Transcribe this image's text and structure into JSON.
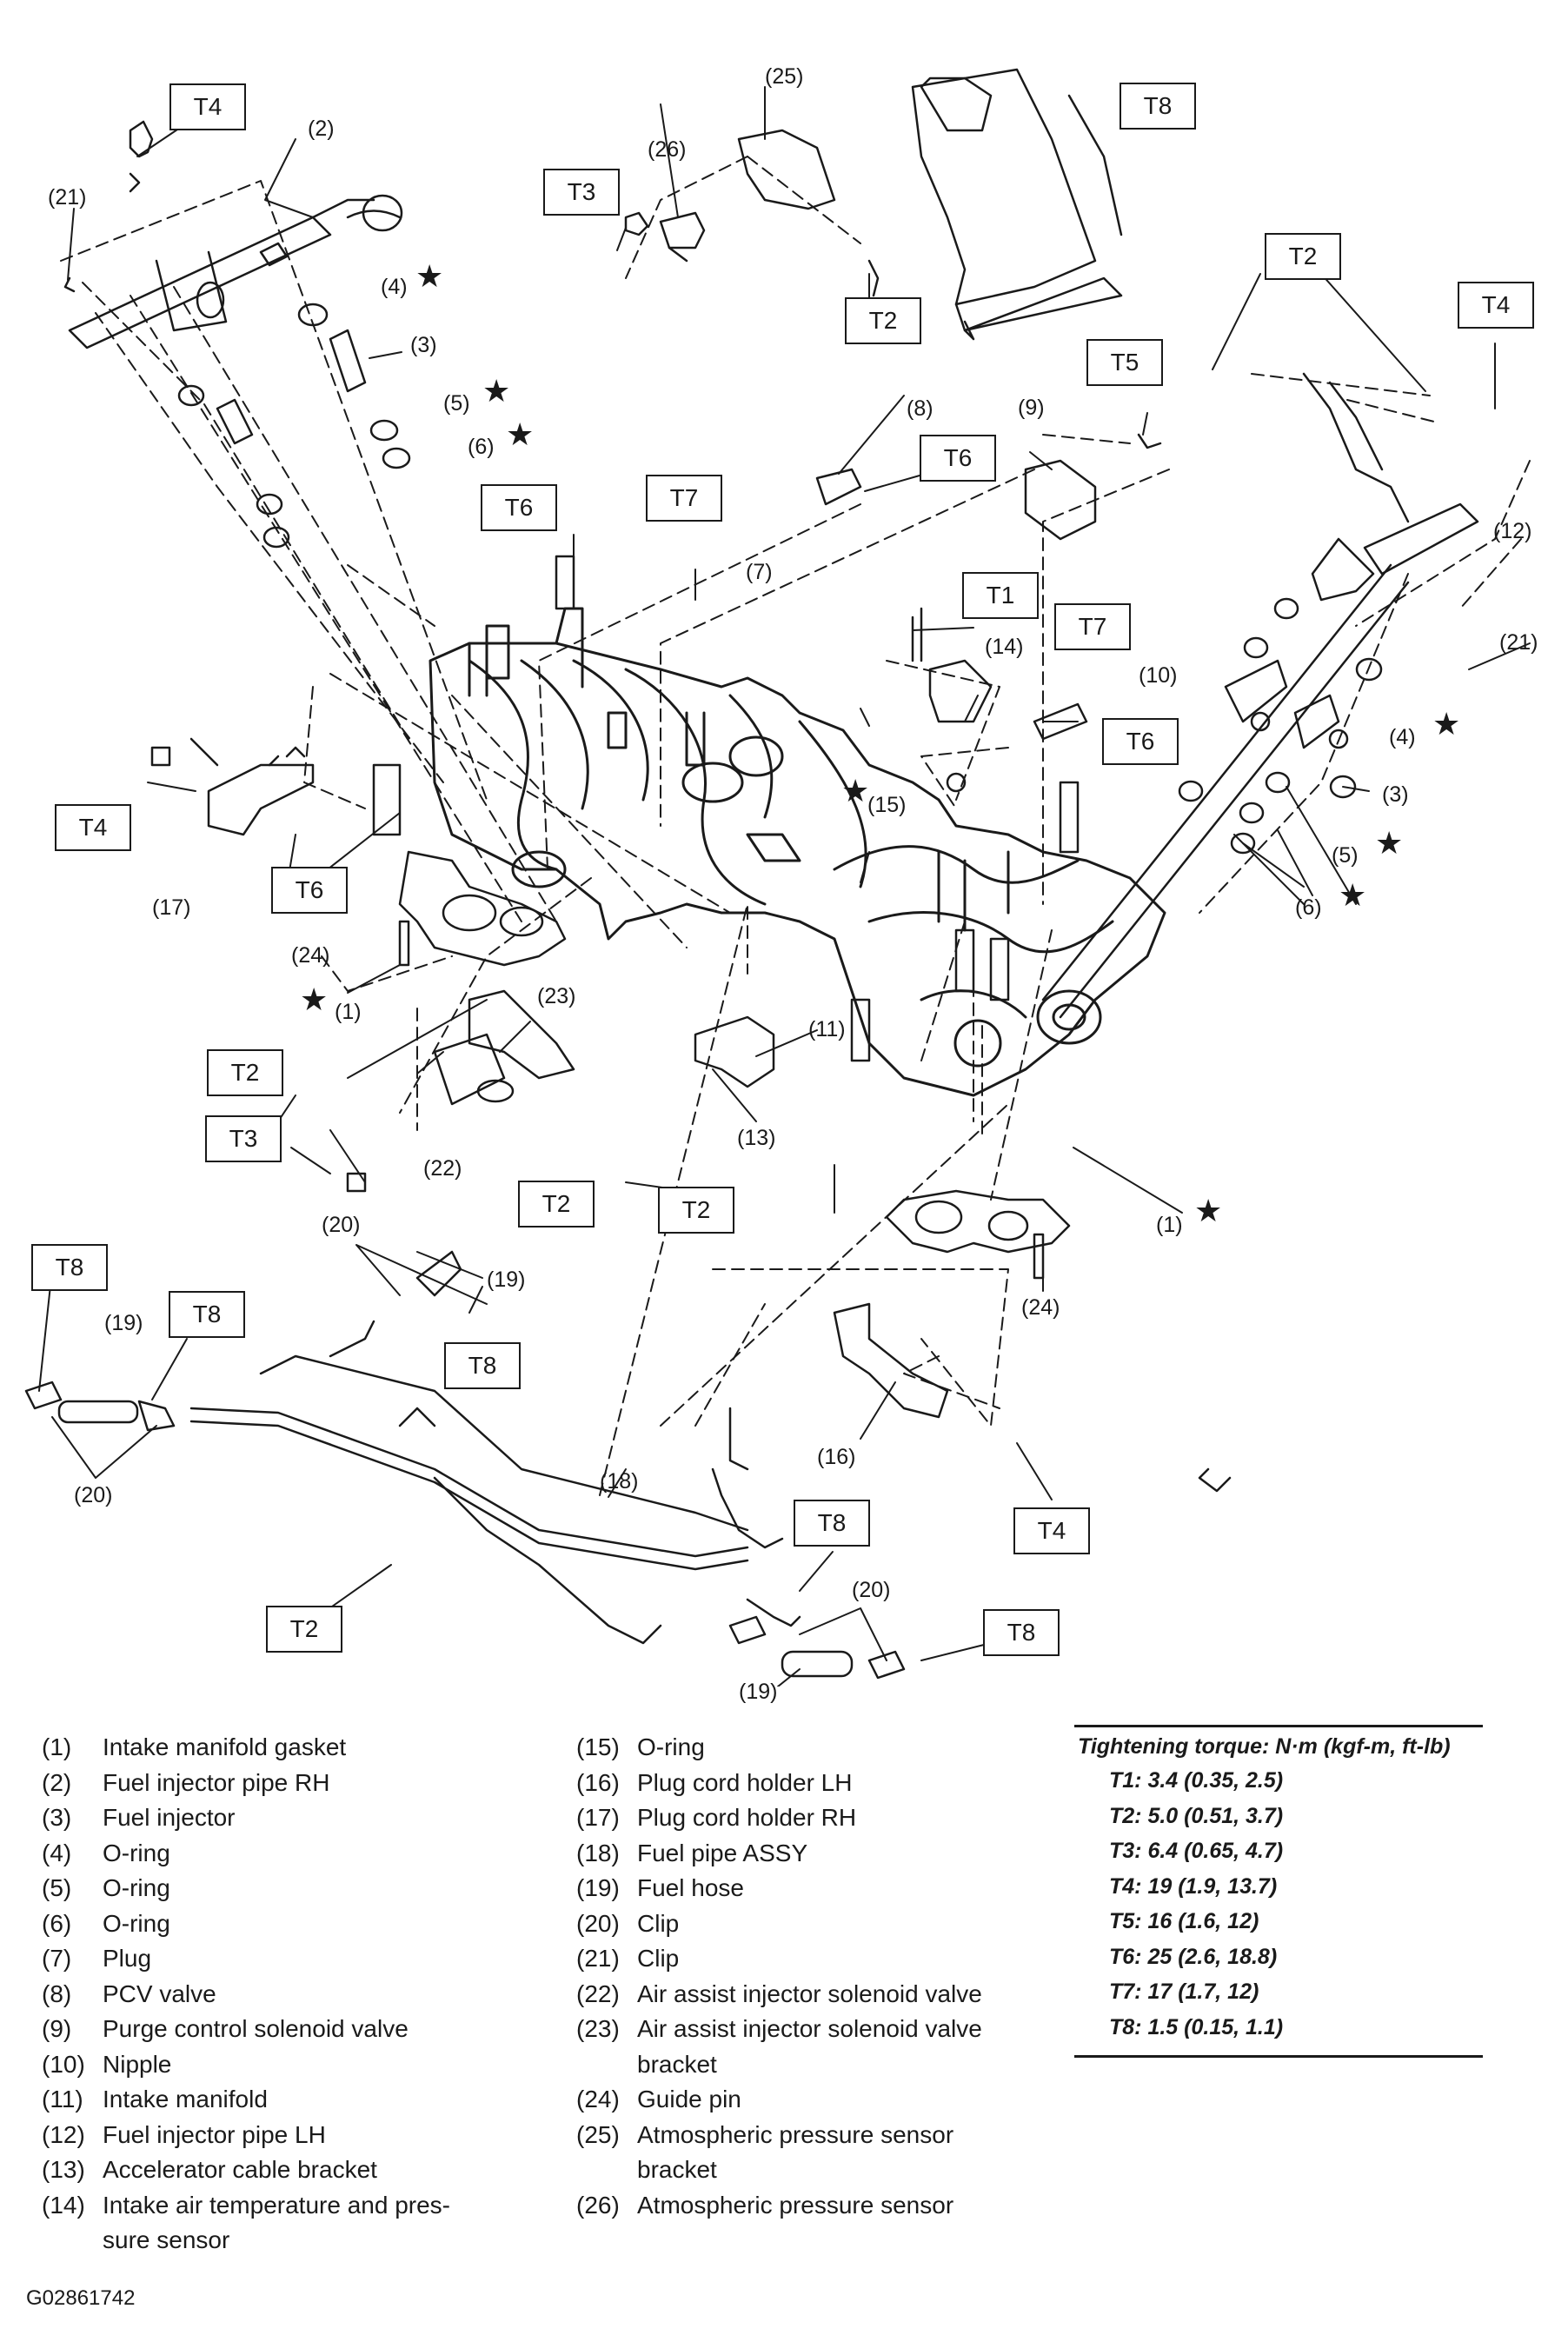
{
  "callouts": [
    "T4",
    "T8",
    "T3",
    "T2",
    "T2",
    "T4",
    "T5",
    "T6",
    "T6",
    "T7",
    "T1",
    "T7",
    "T6",
    "T4",
    "T6",
    "T2",
    "T3",
    "T2",
    "T2",
    "T8",
    "T8",
    "T8",
    "T4",
    "T8",
    "T2",
    "T8"
  ],
  "part_numbers": [
    "(2)",
    "(21)",
    "(26)",
    "(25)",
    "(4)",
    "(3)",
    "(5)",
    "(6)",
    "(8)",
    "(9)",
    "(12)",
    "(7)",
    "(14)",
    "(10)",
    "(21)",
    "(4)",
    "(15)",
    "(3)",
    "(17)",
    "(5)",
    "(6)",
    "(24)",
    "(1)",
    "(23)",
    "(11)",
    "(13)",
    "(22)",
    "(1)",
    "(20)",
    "(19)",
    "(24)",
    "(19)",
    "(20)",
    "(16)",
    "(18)",
    "(20)",
    "(19)"
  ],
  "legend_left": [
    {
      "num": "(1)",
      "text": "Intake manifold gasket"
    },
    {
      "num": "(2)",
      "text": "Fuel injector pipe RH"
    },
    {
      "num": "(3)",
      "text": "Fuel injector"
    },
    {
      "num": "(4)",
      "text": "O-ring"
    },
    {
      "num": "(5)",
      "text": "O-ring"
    },
    {
      "num": "(6)",
      "text": "O-ring"
    },
    {
      "num": "(7)",
      "text": "Plug"
    },
    {
      "num": "(8)",
      "text": "PCV valve"
    },
    {
      "num": "(9)",
      "text": "Purge control solenoid valve"
    },
    {
      "num": "(10)",
      "text": "Nipple"
    },
    {
      "num": "(11)",
      "text": "Intake manifold"
    },
    {
      "num": "(12)",
      "text": "Fuel injector pipe LH"
    },
    {
      "num": "(13)",
      "text": "Accelerator cable bracket"
    },
    {
      "num": "(14)",
      "text": "Intake air temperature and pres-\nsure sensor"
    }
  ],
  "legend_right": [
    {
      "num": "(15)",
      "text": "O-ring"
    },
    {
      "num": "(16)",
      "text": "Plug cord holder LH"
    },
    {
      "num": "(17)",
      "text": "Plug cord holder RH"
    },
    {
      "num": "(18)",
      "text": "Fuel pipe ASSY"
    },
    {
      "num": "(19)",
      "text": "Fuel hose"
    },
    {
      "num": "(20)",
      "text": "Clip"
    },
    {
      "num": "(21)",
      "text": "Clip"
    },
    {
      "num": "(22)",
      "text": "Air assist injector solenoid valve"
    },
    {
      "num": "(23)",
      "text": "Air assist injector solenoid valve\nbracket"
    },
    {
      "num": "(24)",
      "text": "Guide pin"
    },
    {
      "num": "(25)",
      "text": "Atmospheric pressure sensor\nbracket"
    },
    {
      "num": "(26)",
      "text": "Atmospheric pressure sensor"
    }
  ],
  "torque": {
    "heading": "Tightening torque: N·m (kgf-m, ft-lb)",
    "rows": [
      "T1: 3.4 (0.35, 2.5)",
      "T2: 5.0 (0.51, 3.7)",
      "T3: 6.4 (0.65, 4.7)",
      "T4: 19 (1.9, 13.7)",
      "T5: 16 (1.6, 12)",
      "T6: 25 (2.6, 18.8)",
      "T7: 17 (1.7, 12)",
      "T8: 1.5 (0.15, 1.1)"
    ]
  },
  "figure_id": "G02861742",
  "colors": {
    "ink": "#1a1a1a",
    "paper": "#ffffff"
  },
  "icons": [
    "star-icon"
  ]
}
